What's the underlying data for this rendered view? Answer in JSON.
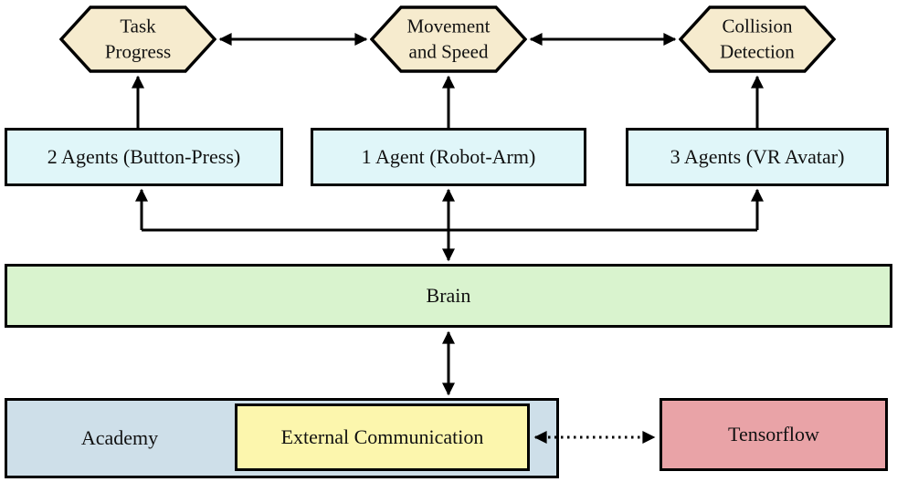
{
  "reward_nodes": [
    {
      "label": "Task Progress"
    },
    {
      "label": "Movement and Speed"
    },
    {
      "label": "Collision Detection"
    }
  ],
  "agent_groups": [
    {
      "label": "2 Agents (Button-Press)"
    },
    {
      "label": "1 Agent (Robot-Arm)"
    },
    {
      "label": "3 Agents (VR Avatar)"
    }
  ],
  "brain": {
    "label": "Brain"
  },
  "academy": {
    "label": "Academy"
  },
  "external_communication": {
    "label": "External Communication"
  },
  "tensorflow": {
    "label": "Tensorflow"
  },
  "colors": {
    "hexagon_fill": "#f6ebce",
    "agent_fill": "#e0f6f9",
    "brain_fill": "#d9f3ce",
    "academy_fill": "#cedfe9",
    "external_communication_fill": "#fcf6ad",
    "tensorflow_fill": "#e9a3a7",
    "line": "#000000"
  }
}
